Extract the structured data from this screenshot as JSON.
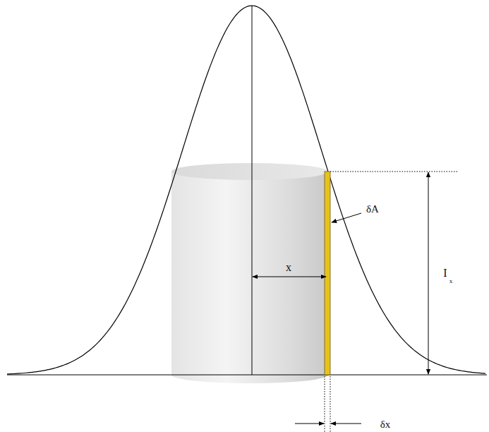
{
  "diagram": {
    "labels": [
      "x",
      "δA",
      "I",
      "x",
      "δx"
    ]
  }
}
